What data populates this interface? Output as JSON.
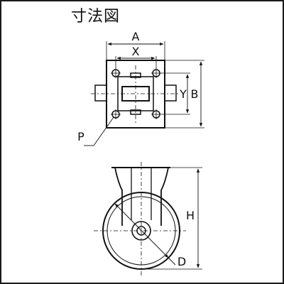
{
  "title": "寸法図",
  "labels": {
    "a": "A",
    "x": "X",
    "y": "Y",
    "b": "B",
    "p": "P",
    "h": "H",
    "d": "D"
  },
  "colors": {
    "line": "#111111",
    "background": "#ffffff"
  }
}
